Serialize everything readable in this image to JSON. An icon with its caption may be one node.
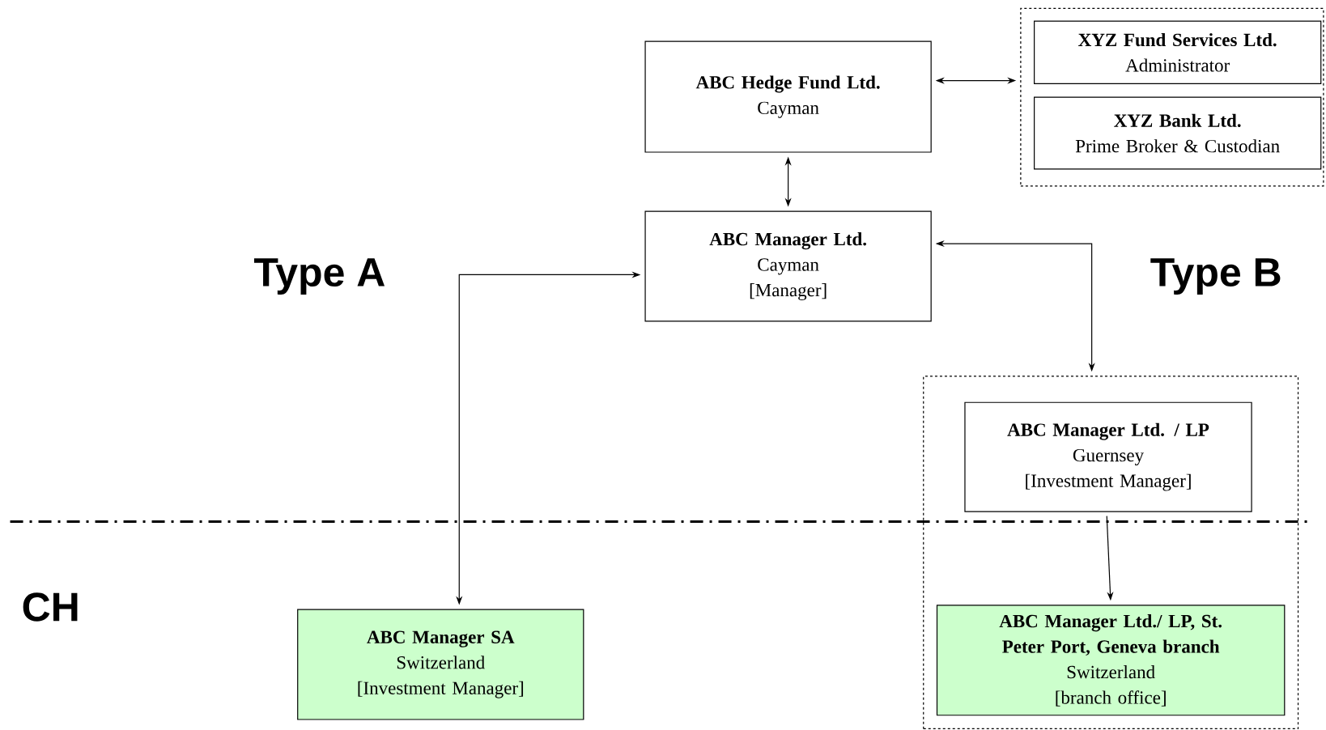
{
  "diagram": {
    "nodes": [
      {
        "text": [
          "ABC Hedge Fund Ltd.",
          "Cayman"
        ]
      },
      {
        "text": [],
        "shape": "box"
      },
      {
        "text": [
          "XYZ Fund Services Ltd.",
          "Administrator"
        ],
        "in": 1
      },
      {
        "text": [
          "XYZ Bank Ltd.",
          "Prime Broker & Custodian"
        ],
        "in": 1
      },
      {
        "text": [
          "ABC Manager Ltd.",
          "Cayman",
          "[Manager]"
        ]
      },
      {
        "text": [],
        "shape": "box"
      },
      {
        "text": [
          "ABC Manager Ltd. / LP",
          "Guernsey",
          "[Investment Manager]"
        ],
        "in": 5
      },
      {
        "text": [
          "ABC Manager SA",
          "Switzerland",
          "[Investment Manager]"
        ]
      },
      {
        "text": [
          "ABC Manager Ltd./ LP, St. Peter Port, Geneva branch",
          "Switzerland",
          "[branch office]"
        ],
        "in": 5
      }
    ],
    "edges": [
      {
        "from": 0,
        "to": 1,
        "arrow": "both"
      },
      {
        "from": 0,
        "to": 4,
        "arrow": "both"
      },
      {
        "from": 7,
        "to": 4,
        "arrow": "both"
      },
      {
        "from": 4,
        "to": 5,
        "arrow": "both"
      },
      {
        "from": 6,
        "to": 8,
        "arrow": "to"
      }
    ],
    "labels": [
      "Type A",
      "Type B",
      "CH"
    ]
  }
}
